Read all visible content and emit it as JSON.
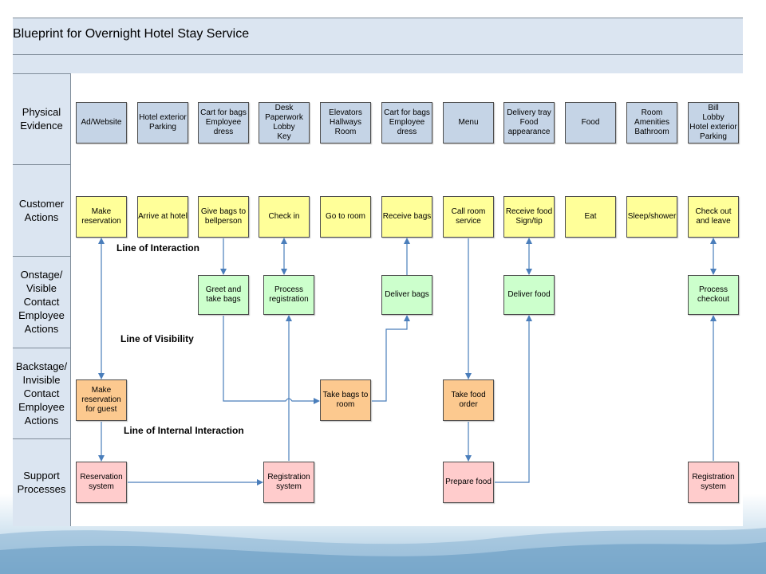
{
  "title": "Blueprint for Overnight Hotel Stay Service",
  "lanes": [
    "Physical\nEvidence",
    "Customer\nActions",
    "Onstage/\nVisible\nContact\nEmployee\nActions",
    "Backstage/\nInvisible\nContact\nEmployee\nActions",
    "Support\nProcesses"
  ],
  "physical_evidence": [
    "Ad/Website",
    "Hotel exterior\nParking",
    "Cart for bags\nEmployee\ndress",
    "Desk\nPaperwork\nLobby\nKey",
    "Elevators\nHallways\nRoom",
    "Cart for bags\nEmployee\ndress",
    "Menu",
    "Delivery tray\nFood\nappearance",
    "Food",
    "Room\nAmenities\nBathroom",
    "Bill\nLobby\nHotel exterior\nParking"
  ],
  "customer_actions": [
    "Make\nreservation",
    "Arrive at hotel",
    "Give bags to\nbellperson",
    "Check in",
    "Go to room",
    "Receive bags",
    "Call room\nservice",
    "Receive food\nSign/tip",
    "Eat",
    "Sleep/shower",
    "Check out\nand leave"
  ],
  "onstage": {
    "greet": "Greet and\ntake bags",
    "process_registration": "Process\nregistration",
    "deliver_bags": "Deliver bags",
    "deliver_food": "Deliver food",
    "process_checkout": "Process\ncheckout"
  },
  "backstage": {
    "make_reservation": "Make\nreservation\nfor guest",
    "take_bags": "Take bags to\nroom",
    "take_food_order": "Take food\norder"
  },
  "support": {
    "reservation_system": "Reservation\nsystem",
    "registration_system_1": "Registration\nsystem",
    "prepare_food": "Prepare food",
    "registration_system_2": "Registration\nsystem"
  },
  "line_labels": {
    "interaction": "Line of Interaction",
    "visibility": "Line of Visibility",
    "internal": "Line of Internal Interaction"
  },
  "colors": {
    "physical": "#c5d4e6",
    "customer": "#ffff99",
    "onstage": "#ccffcc",
    "backstage": "#fcc98f",
    "support": "#ffcccc",
    "arrow": "#4a7ebb"
  }
}
